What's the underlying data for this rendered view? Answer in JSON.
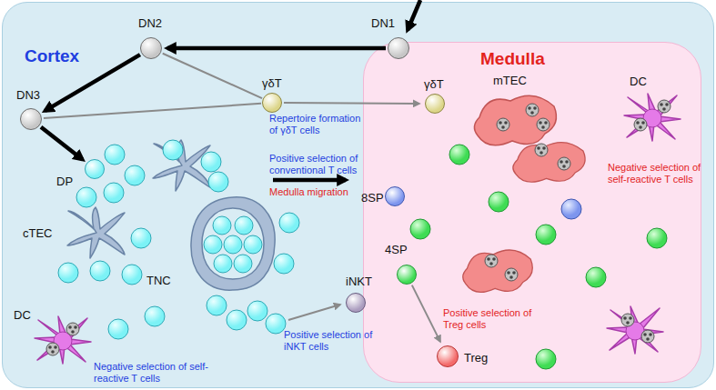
{
  "diagram": {
    "nodes": [
      {
        "text": [
          "Cortex"
        ]
      },
      {
        "text": [
          "Medulla"
        ],
        "in": 0
      },
      {
        "text": [
          "DN1"
        ],
        "in": 0
      },
      {
        "text": [
          "DN2"
        ],
        "in": 0
      },
      {
        "text": [
          "DN3"
        ],
        "in": 0
      },
      {
        "text": [
          "γδT"
        ],
        "in": 0
      },
      {
        "text": [
          "DP"
        ],
        "in": 0
      },
      {
        "text": [
          "cTEC"
        ],
        "in": 0
      },
      {
        "text": [
          "TNC"
        ],
        "in": 0
      },
      {
        "text": [
          "DC"
        ],
        "in": 0
      },
      {
        "text": [
          "iNKT"
        ],
        "in": 0
      },
      {
        "text": [
          "γδT"
        ],
        "in": 1
      },
      {
        "text": [
          "mTEC"
        ],
        "in": 1
      },
      {
        "text": [
          "DC"
        ],
        "in": 1
      },
      {
        "text": [
          "8SP"
        ],
        "in": 1
      },
      {
        "text": [
          "4SP"
        ],
        "in": 1
      },
      {
        "text": [
          "Treg"
        ],
        "in": 1
      }
    ],
    "edges": [
      {
        "from": 2,
        "to": 3,
        "arrow": "to"
      },
      {
        "from": 3,
        "to": 4,
        "arrow": "to"
      },
      {
        "from": 4,
        "to": 6,
        "arrow": "to"
      },
      {
        "from": 3,
        "to": 5,
        "arrow": "none"
      },
      {
        "from": 4,
        "to": 5,
        "arrow": "none"
      },
      {
        "from": 5,
        "to": 11,
        "label": "Repertoire formation of γδT cells",
        "arrow": "to"
      },
      {
        "from": 15,
        "to": 16,
        "label": "Positive selection of Treg cells",
        "arrow": "to"
      }
    ],
    "labels": [
      "Positive selection of conventional T cells",
      "Medulla migration",
      "Negative selection of self-reactive T cells",
      "Positive selection of iNKT cells",
      "Negative selection of self-reactive T cells"
    ]
  }
}
